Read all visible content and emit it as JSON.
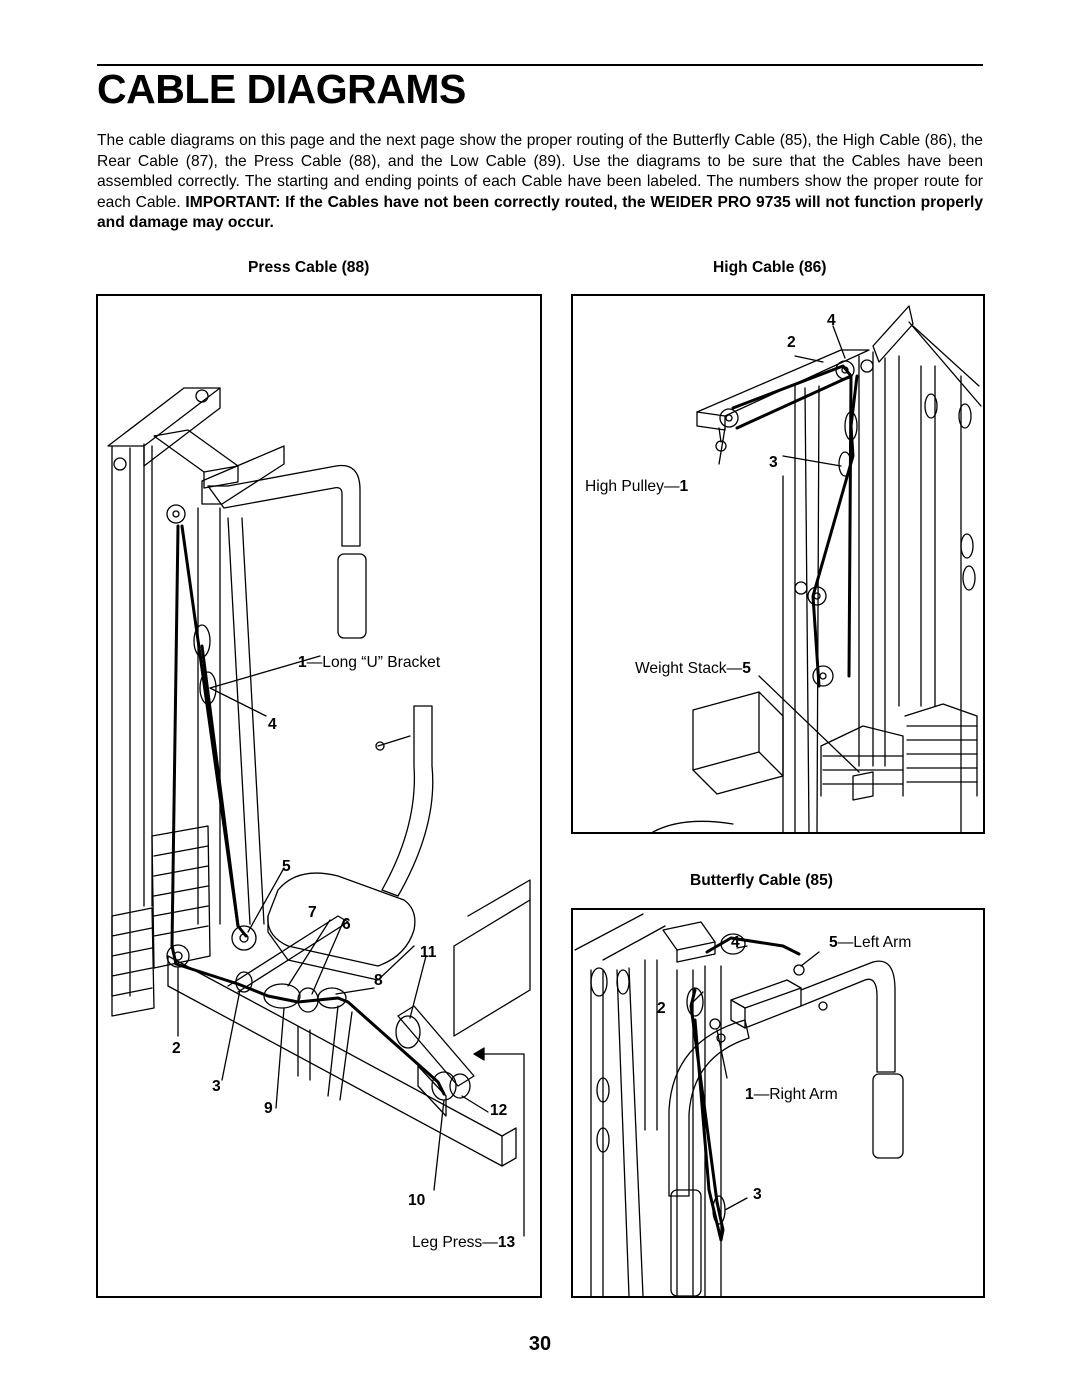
{
  "title": "CABLE DIAGRAMS",
  "intro": {
    "text": "The cable diagrams on this page and the next page show the proper routing of the Butterfly Cable (85), the High Cable (86), the Rear Cable (87), the Press Cable (88), and the Low Cable (89). Use the diagrams to be sure that the Cables have been assembled correctly. The starting and ending points of each Cable have been labeled. The numbers show the proper route for each Cable. ",
    "important": "IMPORTANT: If the Cables have not been correctly routed, the WEIDER PRO 9735 will not function properly and damage may occur."
  },
  "press_cable": {
    "title": "Press Cable (88)",
    "labels": {
      "n1": "1",
      "long_u_bracket": "—Long “U” Bracket",
      "n2": "2",
      "n3": "3",
      "n4": "4",
      "n5": "5",
      "n6": "6",
      "n7": "7",
      "n8": "8",
      "n9": "9",
      "n10": "10",
      "n11": "11",
      "n12": "12",
      "leg_press": "Leg Press—",
      "n13": "13"
    }
  },
  "high_cable": {
    "title": "High Cable (86)",
    "labels": {
      "high_pulley": "High Pulley—",
      "n1": "1",
      "n2": "2",
      "n3": "3",
      "n4": "4",
      "weight_stack": "Weight Stack—",
      "n5": "5"
    }
  },
  "butterfly_cable": {
    "title": "Butterfly Cable (85)",
    "labels": {
      "n1": "1",
      "right_arm": "—Right Arm",
      "n2": "2",
      "n3": "3",
      "n4": "4",
      "n5": "5",
      "left_arm": "—Left Arm"
    }
  },
  "page_number": "30"
}
